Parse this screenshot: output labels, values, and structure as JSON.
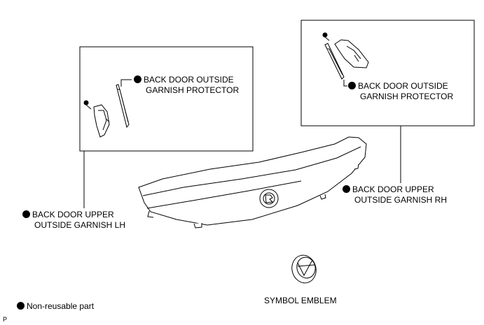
{
  "labels": {
    "protector_lh": {
      "line1": "BACK DOOR OUTSIDE",
      "line2": "GARNISH PROTECTOR"
    },
    "protector_rh": {
      "line1": "BACK DOOR OUTSIDE",
      "line2": "GARNISH PROTECTOR"
    },
    "garnish_lh": {
      "line1": "BACK DOOR UPPER",
      "line2": "OUTSIDE GARNISH LH"
    },
    "garnish_rh": {
      "line1": "BACK DOOR UPPER",
      "line2": "OUTSIDE GARNISH RH"
    },
    "symbol_emblem": "SYMBOL EMBLEM"
  },
  "legend": {
    "non_reusable": "Non-reusable part"
  },
  "footer_code": "P",
  "colors": {
    "line": "#000000",
    "background": "#ffffff",
    "bullet": "#000000"
  }
}
